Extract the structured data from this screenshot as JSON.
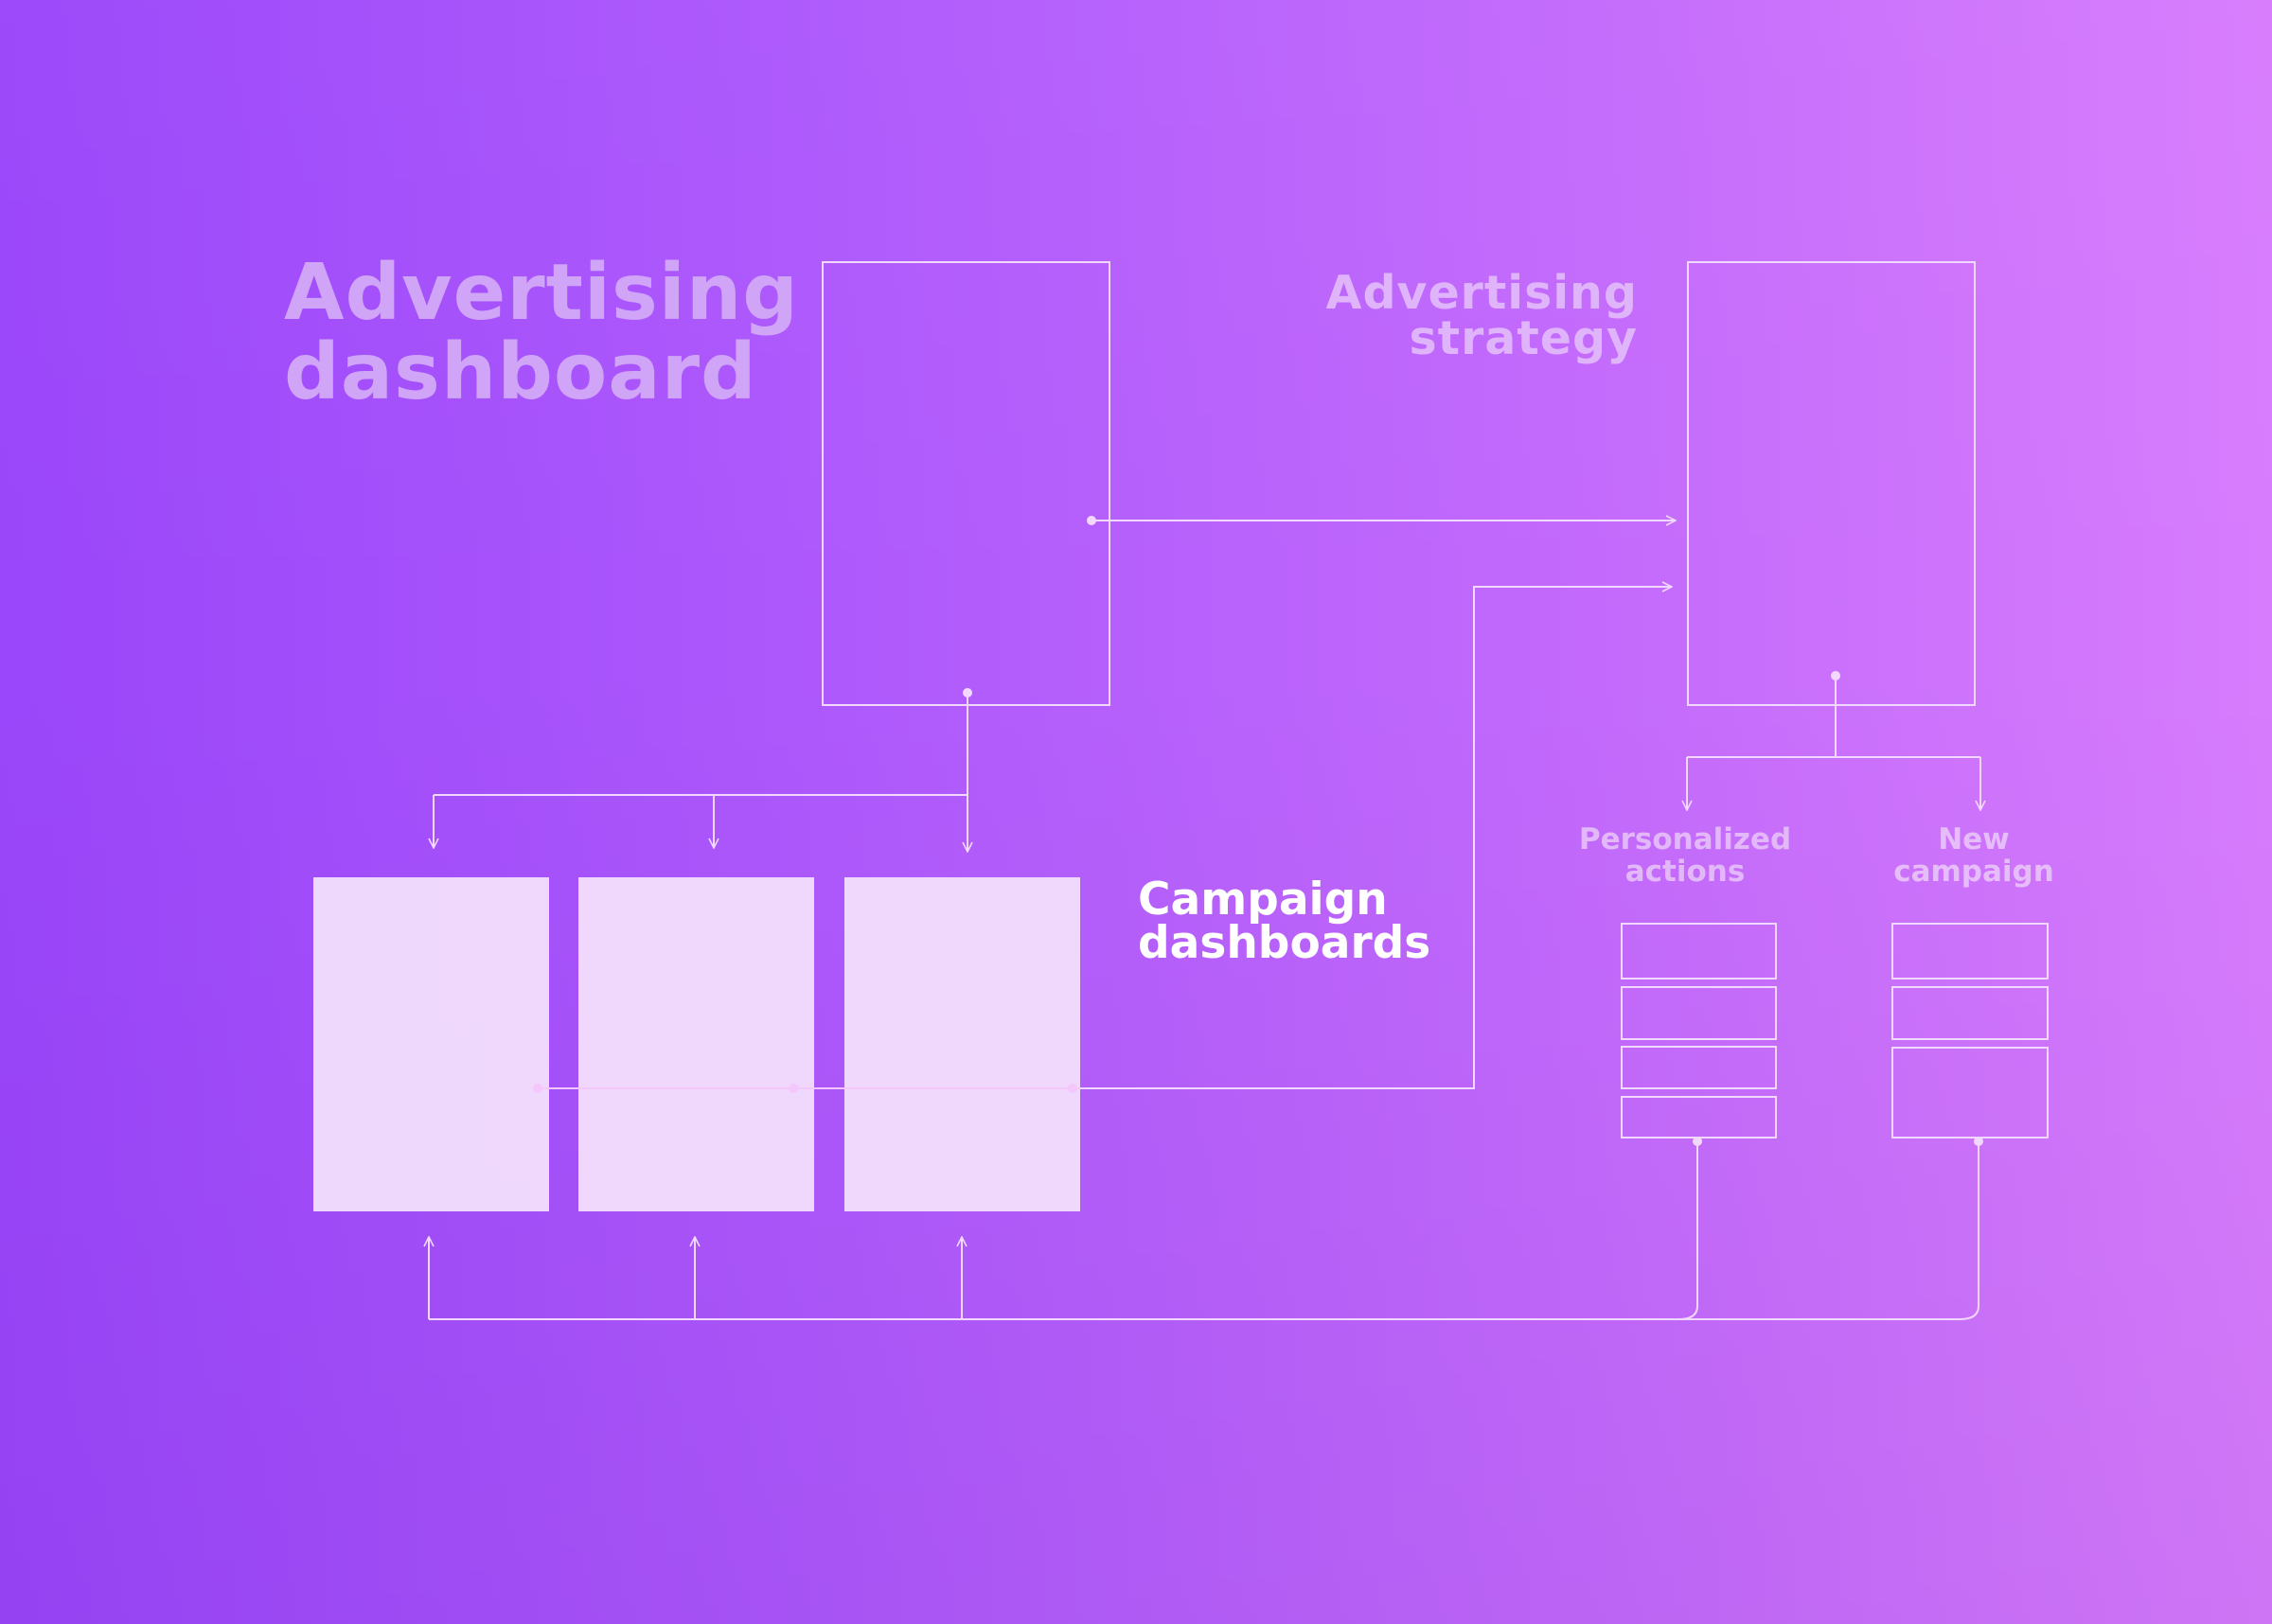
{
  "labels": {
    "advertising_dashboard": [
      "Advertising",
      "dashboard"
    ],
    "advertising_strategy": [
      "Advertising",
      "strategy"
    ],
    "campaign_dashboards": [
      "Campaign",
      "dashboards"
    ],
    "personalized_actions": [
      "Personalized",
      "actions"
    ],
    "new_campaign": [
      "New",
      "campaign"
    ]
  },
  "colors": {
    "line": "#f2d8ff",
    "panel_fill": "#f1defc",
    "title_main": "#d0a4f6",
    "title_strategy": "#e0b4fa",
    "title_campaign": "#ffffff",
    "title_sub": "#e3b8f9"
  }
}
